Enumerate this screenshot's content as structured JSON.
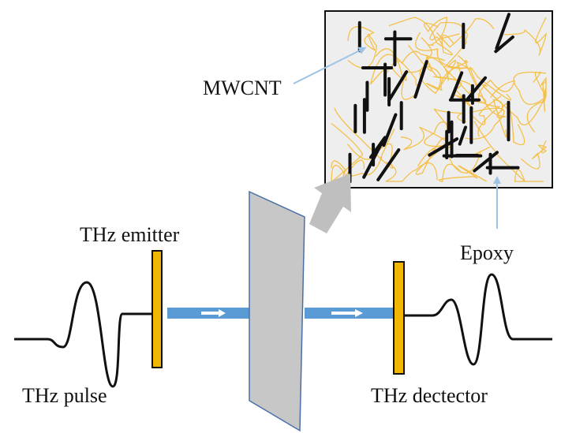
{
  "labels": {
    "mwcnt": "MWCNT",
    "epoxy": "Epoxy",
    "emitter": "THz emitter",
    "pulse": "THz pulse",
    "detector": "THz dectector"
  },
  "colors": {
    "fiber": "#f5c04a",
    "tube": "#111111",
    "inset_bg": "#eeeeee",
    "sample": "#c7c7c7",
    "sample_edge": "#4a6fa8",
    "beam": "#5b9bd5",
    "component": "#f2b705",
    "pointer": "#9dc3e6",
    "zoom_arrow": "#bfbfbf"
  }
}
